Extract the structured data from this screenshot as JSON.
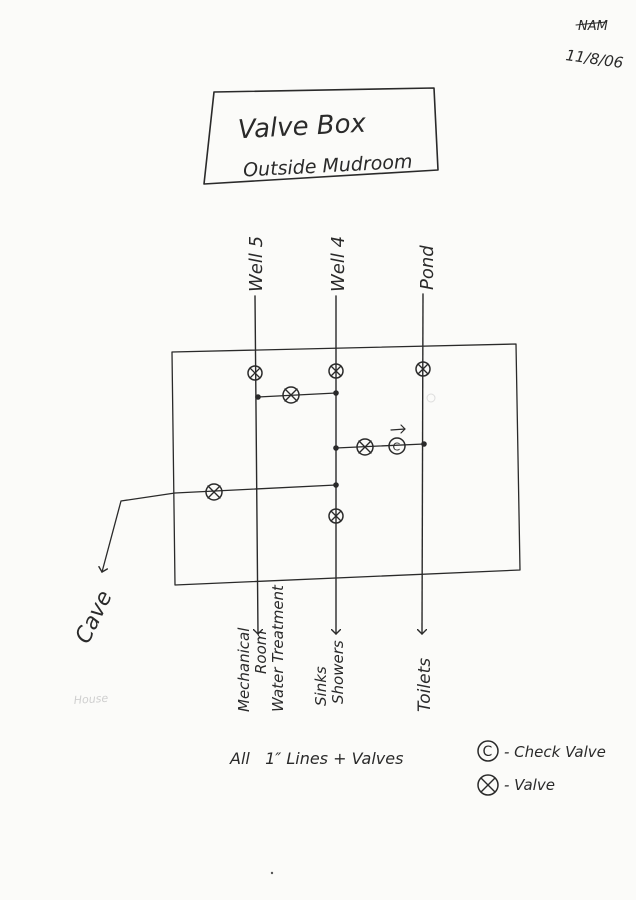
{
  "initials": "NAM",
  "date": "11/8/06",
  "title": {
    "line1": "Valve Box",
    "line2": "Outside Mudroom"
  },
  "sources": {
    "well5": "Well 5",
    "well4": "Well 4",
    "pond": "Pond"
  },
  "outlets": {
    "cave": "Cave",
    "mechanical_line1": "Mechanical",
    "mechanical_line2": "Room",
    "mechanical_line3": "Water Treatment",
    "sinks_line1": "Sinks",
    "sinks_line2": "Showers",
    "toilets": "Toilets",
    "house_faint": "House"
  },
  "check_symbol_letter": "C",
  "notes": {
    "lines_valves": "All   1″ Lines + Valves"
  },
  "legend": {
    "check_valve": "- Check Valve",
    "valve": "- Valve"
  }
}
